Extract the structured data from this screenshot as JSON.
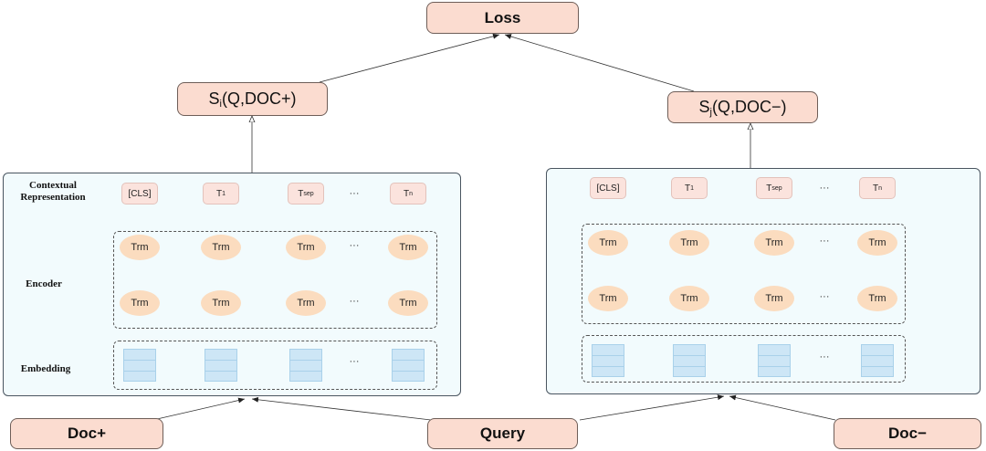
{
  "loss": {
    "label": "Loss"
  },
  "score_pos": {
    "prefix": "S",
    "sub": "i",
    "suffix": "(Q,DOC+)"
  },
  "score_neg": {
    "prefix": "S",
    "sub": "j",
    "suffix": "(Q,DOC−)"
  },
  "inputs": {
    "doc_pos": "Doc+",
    "query": "Query",
    "doc_neg": "Doc−"
  },
  "row_labels": {
    "contextual": "Contextual Representation",
    "encoder": "Encoder",
    "embedding": "Embedding"
  },
  "tokens": [
    {
      "base": "[CLS]",
      "sub": ""
    },
    {
      "base": "T",
      "sub": "1"
    },
    {
      "base": "T",
      "sub": "sep"
    },
    {
      "base": "T",
      "sub": "n"
    }
  ],
  "trm_label": "Trm",
  "ellipsis": "···",
  "colors": {
    "box_fill": "#fbdcd0",
    "panel_fill": "#f2fbfd",
    "trm_fill": "#fbdcbf",
    "embedding_fill": "#cde6f6"
  }
}
